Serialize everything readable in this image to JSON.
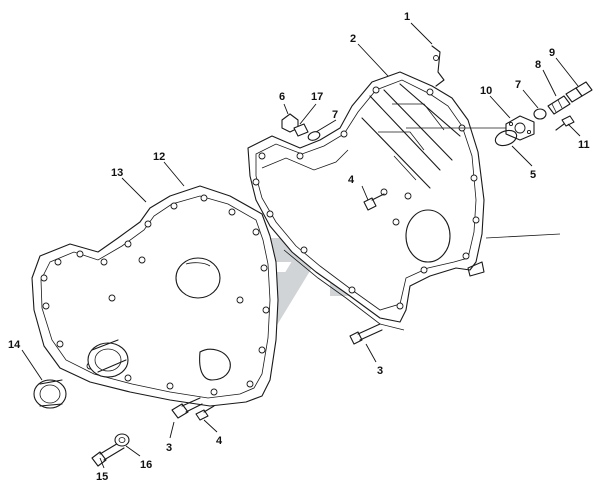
{
  "diagram": {
    "callouts": [
      {
        "id": "c1",
        "label": "1"
      },
      {
        "id": "c2",
        "label": "2"
      },
      {
        "id": "c3a",
        "label": "3"
      },
      {
        "id": "c3b",
        "label": "3"
      },
      {
        "id": "c4a",
        "label": "4"
      },
      {
        "id": "c4b",
        "label": "4"
      },
      {
        "id": "c5",
        "label": "5"
      },
      {
        "id": "c6",
        "label": "6"
      },
      {
        "id": "c7a",
        "label": "7"
      },
      {
        "id": "c7b",
        "label": "7"
      },
      {
        "id": "c8",
        "label": "8"
      },
      {
        "id": "c9",
        "label": "9"
      },
      {
        "id": "c10",
        "label": "10"
      },
      {
        "id": "c11",
        "label": "11"
      },
      {
        "id": "c12",
        "label": "12"
      },
      {
        "id": "c13",
        "label": "13"
      },
      {
        "id": "c14",
        "label": "14"
      },
      {
        "id": "c15",
        "label": "15"
      },
      {
        "id": "c16",
        "label": "16"
      },
      {
        "id": "c17",
        "label": "17"
      }
    ]
  },
  "colors": {
    "line": "#1a1a1a",
    "watermark": "#c8ccd0",
    "background": "#ffffff"
  }
}
